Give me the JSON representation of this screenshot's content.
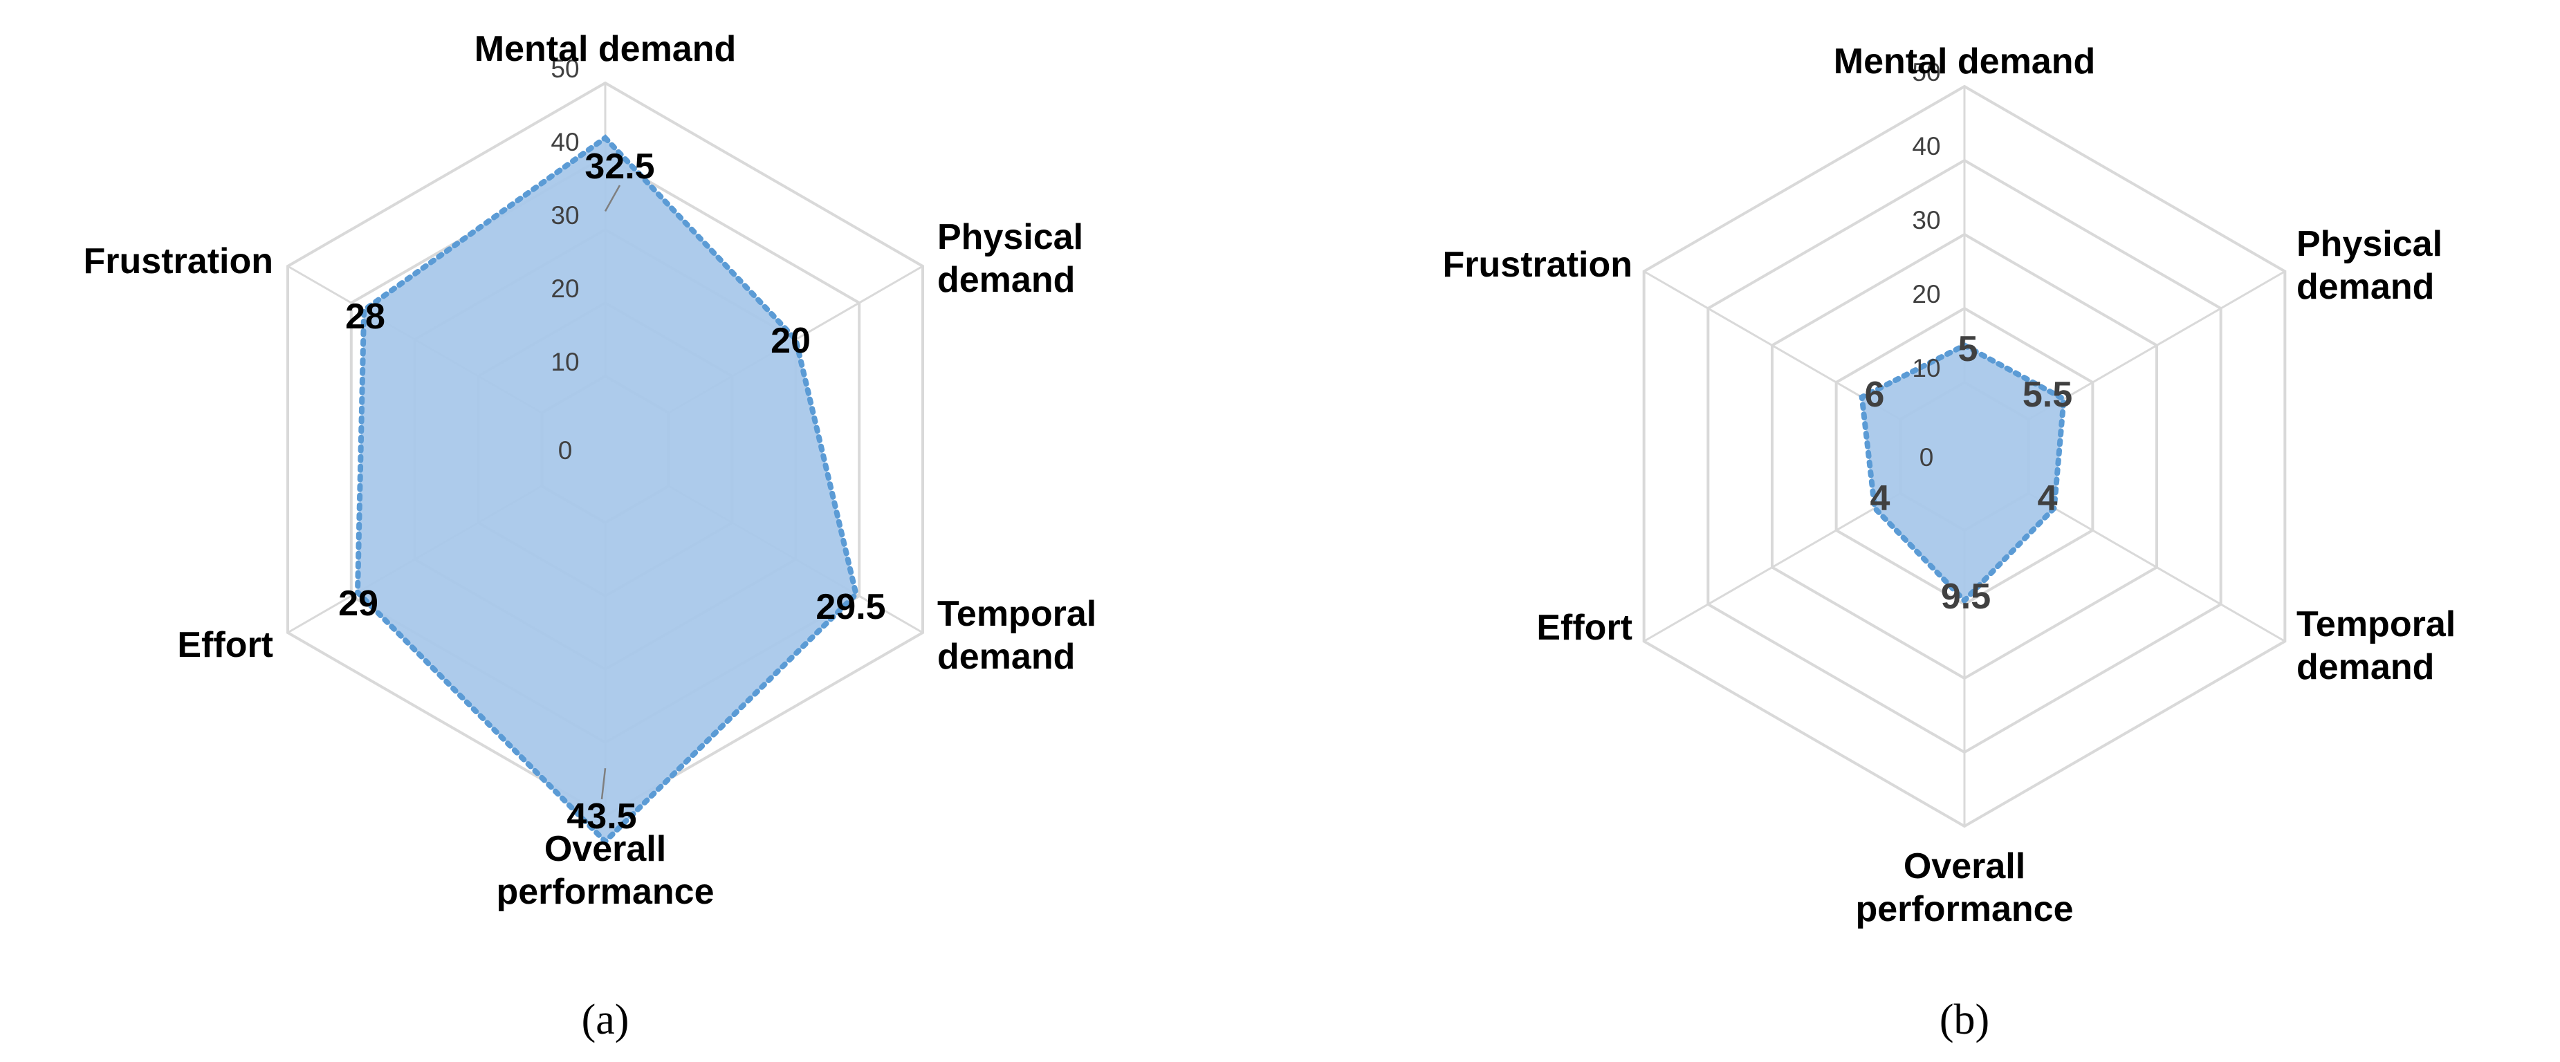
{
  "colors": {
    "fill": "#a9c8ea",
    "stroke": "#5b9bd5",
    "grid": "#d9d9d9",
    "label_a": "#000000",
    "label_b": "#404040"
  },
  "chart_data": [
    {
      "type": "radar",
      "panel_label": "(a)",
      "axes": [
        "Mental demand",
        "Physical demand",
        "Temporal demand",
        "Overall performance",
        "Effort",
        "Frustration"
      ],
      "axis_label_lines": [
        [
          "Mental demand"
        ],
        [
          "Physical",
          "demand"
        ],
        [
          "Temporal",
          "demand"
        ],
        [
          "Overall",
          "performance"
        ],
        [
          "Effort"
        ],
        [
          "Frustration"
        ]
      ],
      "range": [
        0,
        50
      ],
      "ticks": [
        0,
        10,
        20,
        30,
        40,
        50
      ],
      "tick_labels": [
        "0",
        "10",
        "20",
        "30",
        "40",
        "50"
      ],
      "series": [
        {
          "values": [
            32.5,
            20,
            29.5,
            43.5,
            29,
            28
          ],
          "value_labels": [
            "32.5",
            "20",
            "29.5",
            "43.5",
            "29",
            "28"
          ]
        }
      ],
      "grid": true,
      "legend": "none"
    },
    {
      "type": "radar",
      "panel_label": "(b)",
      "axes": [
        "Mental demand",
        "Physical demand",
        "Temporal demand",
        "Overall performance",
        "Effort",
        "Frustration"
      ],
      "axis_label_lines": [
        [
          "Mental demand"
        ],
        [
          "Physical",
          "demand"
        ],
        [
          "Temporal",
          "demand"
        ],
        [
          "Overall",
          "performance"
        ],
        [
          "Effort"
        ],
        [
          "Frustration"
        ]
      ],
      "range": [
        0,
        50
      ],
      "ticks": [
        0,
        10,
        20,
        30,
        40,
        50
      ],
      "tick_labels": [
        "0",
        "10",
        "20",
        "30",
        "40",
        "50"
      ],
      "series": [
        {
          "values": [
            5,
            5.5,
            4,
            9.5,
            4,
            6
          ],
          "value_labels": [
            "5",
            "5.5",
            "4",
            "9.5",
            "4",
            "6"
          ]
        }
      ],
      "grid": true,
      "legend": "none"
    }
  ]
}
